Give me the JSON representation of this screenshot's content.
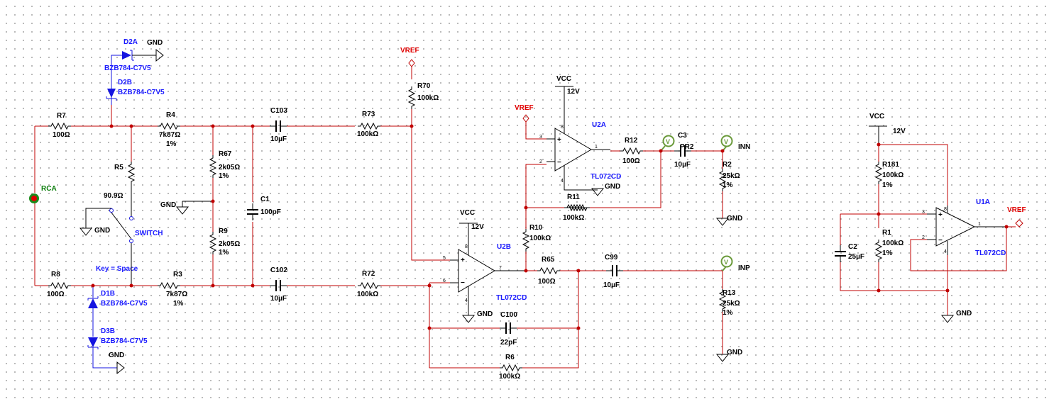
{
  "canvas": {
    "background": "#ffffff",
    "grid_dot_color": "#a8a8a8"
  },
  "colors": {
    "wire": "#c00000",
    "component": "#000000",
    "label": "#1515e0",
    "net": "#e00000",
    "connector": "#0a7d0a",
    "probe": "#6a9a3a"
  },
  "nets": {
    "vref": "VREF",
    "vcc": "VCC",
    "gnd": "GND",
    "v12": "12V",
    "inn": "INN",
    "inp": "INP",
    "rca": "RCA"
  },
  "components": {
    "D2A": {
      "ref": "D2A",
      "part": "BZB784-C7V5"
    },
    "D2B": {
      "ref": "D2B",
      "part": "BZB784-C7V5"
    },
    "D1B": {
      "ref": "D1B",
      "part": "BZB784-C7V5"
    },
    "D3B": {
      "ref": "D3B",
      "part": "BZB784-C7V5"
    },
    "R7": {
      "ref": "R7",
      "value": "100Ω"
    },
    "R8": {
      "ref": "R8",
      "value": "100Ω"
    },
    "R4": {
      "ref": "R4",
      "value": "7k87Ω",
      "tol": "1%"
    },
    "R3": {
      "ref": "R3",
      "value": "7k87Ω",
      "tol": "1%"
    },
    "R5": {
      "ref": "R5",
      "value": "90.9Ω"
    },
    "R67": {
      "ref": "R67",
      "value": "2k05Ω",
      "tol": "1%"
    },
    "R9": {
      "ref": "R9",
      "value": "2k05Ω",
      "tol": "1%"
    },
    "C103": {
      "ref": "C103",
      "value": "10µF"
    },
    "C102": {
      "ref": "C102",
      "value": "10µF"
    },
    "C1": {
      "ref": "C1",
      "value": "100pF"
    },
    "R73": {
      "ref": "R73",
      "value": "100kΩ"
    },
    "R72": {
      "ref": "R72",
      "value": "100kΩ"
    },
    "R70": {
      "ref": "R70",
      "value": "100kΩ"
    },
    "U2A": {
      "ref": "U2A",
      "part": "TL072CD"
    },
    "U2B": {
      "ref": "U2B",
      "part": "TL072CD"
    },
    "U1A": {
      "ref": "U1A",
      "part": "TL072CD"
    },
    "R12": {
      "ref": "R12",
      "value": "100Ω"
    },
    "R11": {
      "ref": "R11",
      "value": "100kΩ"
    },
    "R10": {
      "ref": "R10",
      "value": "100kΩ"
    },
    "R65": {
      "ref": "R65",
      "value": "100Ω"
    },
    "C3": {
      "ref": "C3",
      "value": "10µF"
    },
    "PR2": {
      "ref": "PR2"
    },
    "C99": {
      "ref": "C99",
      "value": "10µF"
    },
    "C100": {
      "ref": "C100",
      "value": "22pF"
    },
    "R6": {
      "ref": "R6",
      "value": "100kΩ"
    },
    "R2": {
      "ref": "R2",
      "value": "25kΩ",
      "tol": "1%"
    },
    "R13": {
      "ref": "R13",
      "value": "25kΩ",
      "tol": "1%"
    },
    "R181": {
      "ref": "R181",
      "value": "100kΩ",
      "tol": "1%"
    },
    "R1": {
      "ref": "R1",
      "value": "100kΩ",
      "tol": "1%"
    },
    "C2": {
      "ref": "C2",
      "value": "25µF"
    },
    "SWITCH": {
      "ref": "SWITCH",
      "key": "Key = Space"
    }
  },
  "pins": {
    "p1": "1",
    "p2": "2",
    "p3": "3",
    "p4": "4",
    "p5": "5",
    "p6": "6",
    "p7": "7",
    "p8": "8"
  },
  "probe_glyph": "V"
}
